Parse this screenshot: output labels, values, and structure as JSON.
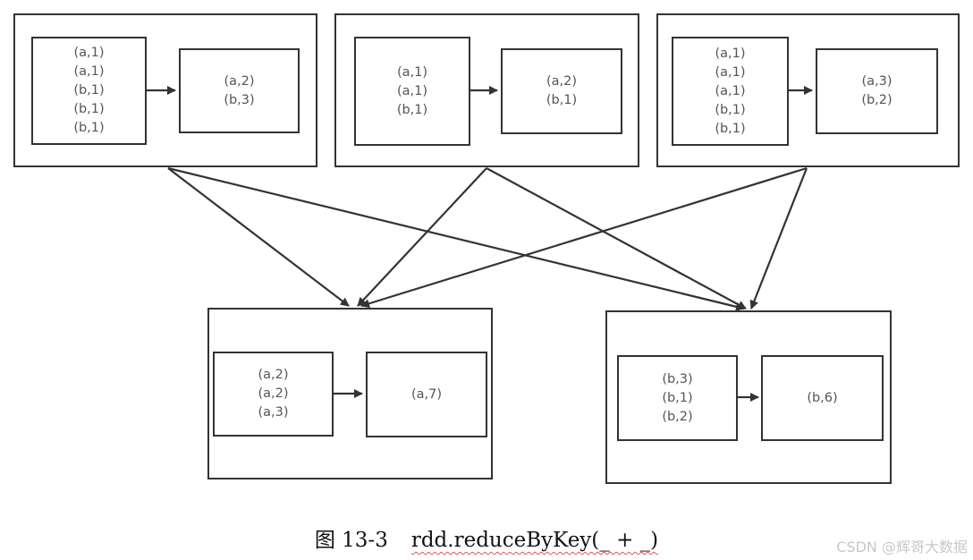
{
  "map_partitions": [
    {
      "input": [
        "(a,1)",
        "(a,1)",
        "(b,1)",
        "(b,1)",
        "(b,1)"
      ],
      "output": [
        "(a,2)",
        "(b,3)"
      ]
    },
    {
      "input": [
        "(a,1)",
        "(a,1)",
        "(b,1)"
      ],
      "output": [
        "(a,2)",
        "(b,1)"
      ]
    },
    {
      "input": [
        "(a,1)",
        "(a,1)",
        "(a,1)",
        "(b,1)",
        "(b,1)"
      ],
      "output": [
        "(a,3)",
        "(b,2)"
      ]
    }
  ],
  "reduce_partitions": [
    {
      "input": [
        "(a,2)",
        "(a,2)",
        "(a,3)"
      ],
      "output": [
        "(a,7)"
      ]
    },
    {
      "input": [
        "(b,3)",
        "(b,1)",
        "(b,2)"
      ],
      "output": [
        "(b,6)"
      ]
    }
  ],
  "caption": {
    "figure": "图 13-3",
    "code": "rdd.reduceByKey(_ + _)"
  },
  "watermark": "CSDN @辉哥大数据",
  "colors": {
    "line": "#333333",
    "text": "#555555",
    "background": "#ffffff"
  }
}
